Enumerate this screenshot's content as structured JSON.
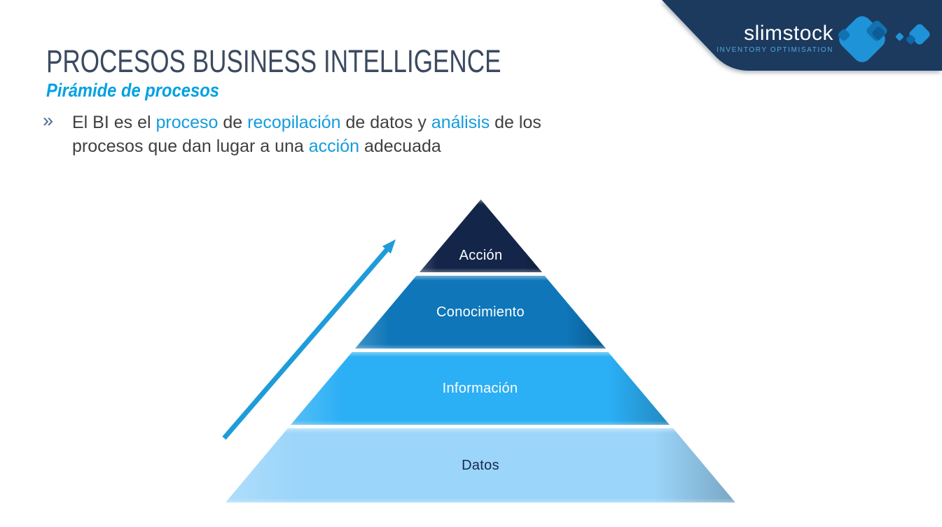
{
  "colors": {
    "accent": "#149CDD",
    "subtitle": "#00A1E1",
    "title": "#3B4A60",
    "body_text": "#404040",
    "bullet_glyph": "#46688C",
    "banner": "#1C3A5E",
    "arrow": "#1E9CD9",
    "logo_blue": "#1F93D8",
    "tagline": "#4FA8DC"
  },
  "header": {
    "title": "PROCESOS BUSINESS INTELLIGENCE",
    "subtitle": "Pirámide de procesos"
  },
  "logo": {
    "brand": "slimstock",
    "tagline": "INVENTORY OPTIMISATION"
  },
  "bullet": {
    "glyph": "»",
    "lines": [
      [
        {
          "text": "El BI es el ",
          "accent": false
        },
        {
          "text": "proceso",
          "accent": true
        },
        {
          "text": " de ",
          "accent": false
        },
        {
          "text": "recopilación",
          "accent": true
        },
        {
          "text": " de datos y ",
          "accent": false
        },
        {
          "text": "análisis",
          "accent": true
        },
        {
          "text": " de los",
          "accent": false
        }
      ],
      [
        {
          "text": "procesos que dan lugar a una ",
          "accent": false
        },
        {
          "text": "acción",
          "accent": true
        },
        {
          "text": " adecuada",
          "accent": false
        }
      ]
    ]
  },
  "pyramid": {
    "layers": [
      {
        "label": "Acción",
        "color": "#13264A",
        "text_color": "#FFFFFF"
      },
      {
        "label": "Conocimiento",
        "color": "#0E76B9",
        "text_color": "#FFFFFF"
      },
      {
        "label": "Información",
        "color": "#2BAFF5",
        "text_color": "#FFFFFF"
      },
      {
        "label": "Datos",
        "color": "#9BD5FA",
        "text_color": "#16294D"
      }
    ]
  }
}
